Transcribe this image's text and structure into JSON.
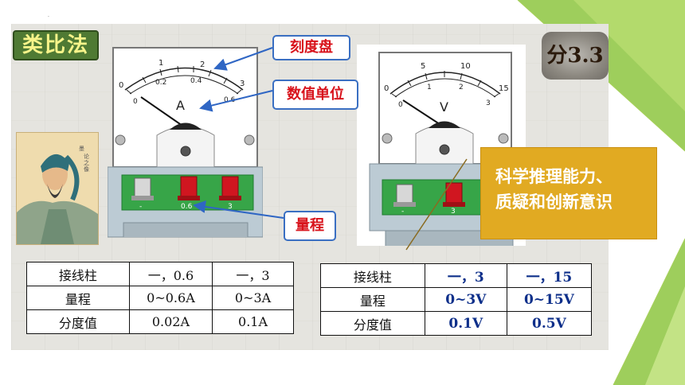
{
  "slide": {
    "title": "类比法",
    "score": "分3.3",
    "callouts": {
      "dial": "刻度盘",
      "unit": "数值单位",
      "range": "量程"
    },
    "highlight": {
      "line1": "科学推理能力、",
      "line2": "质疑和创新意识"
    }
  },
  "ammeter": {
    "unit": "A",
    "scale_top": [
      "0",
      "1",
      "2",
      "3"
    ],
    "scale_bottom": [
      "0",
      "0.2",
      "0.4",
      "0.6"
    ],
    "terminals": [
      "-",
      "0.6",
      "3"
    ]
  },
  "voltmeter": {
    "unit": "V",
    "scale_top": [
      "0",
      "5",
      "10",
      "15"
    ],
    "scale_bottom": [
      "0",
      "1",
      "2",
      "3"
    ],
    "terminals": [
      "-",
      "3"
    ]
  },
  "table_ammeter": {
    "rows": [
      [
        "接线柱",
        "一，0.6",
        "一，3"
      ],
      [
        "量程",
        "0~0.6A",
        "0~3A"
      ],
      [
        "分度值",
        "0.02A",
        "0.1A"
      ]
    ]
  },
  "table_voltmeter": {
    "rows": [
      [
        "接线柱",
        "一，3",
        "一，15"
      ],
      [
        "量程",
        "0~3V",
        "0~15V"
      ],
      [
        "分度值",
        "0.1V",
        "0.5V"
      ]
    ]
  },
  "colors": {
    "title_bg": "#4f7a33",
    "title_text": "#f8f48a",
    "callout_text": "#d8121b",
    "callout_border": "#3a6fc2",
    "highlight_bg": "#e1aa22",
    "deco_green": "#8dc63f",
    "volt_values": "#0d2f8a"
  }
}
